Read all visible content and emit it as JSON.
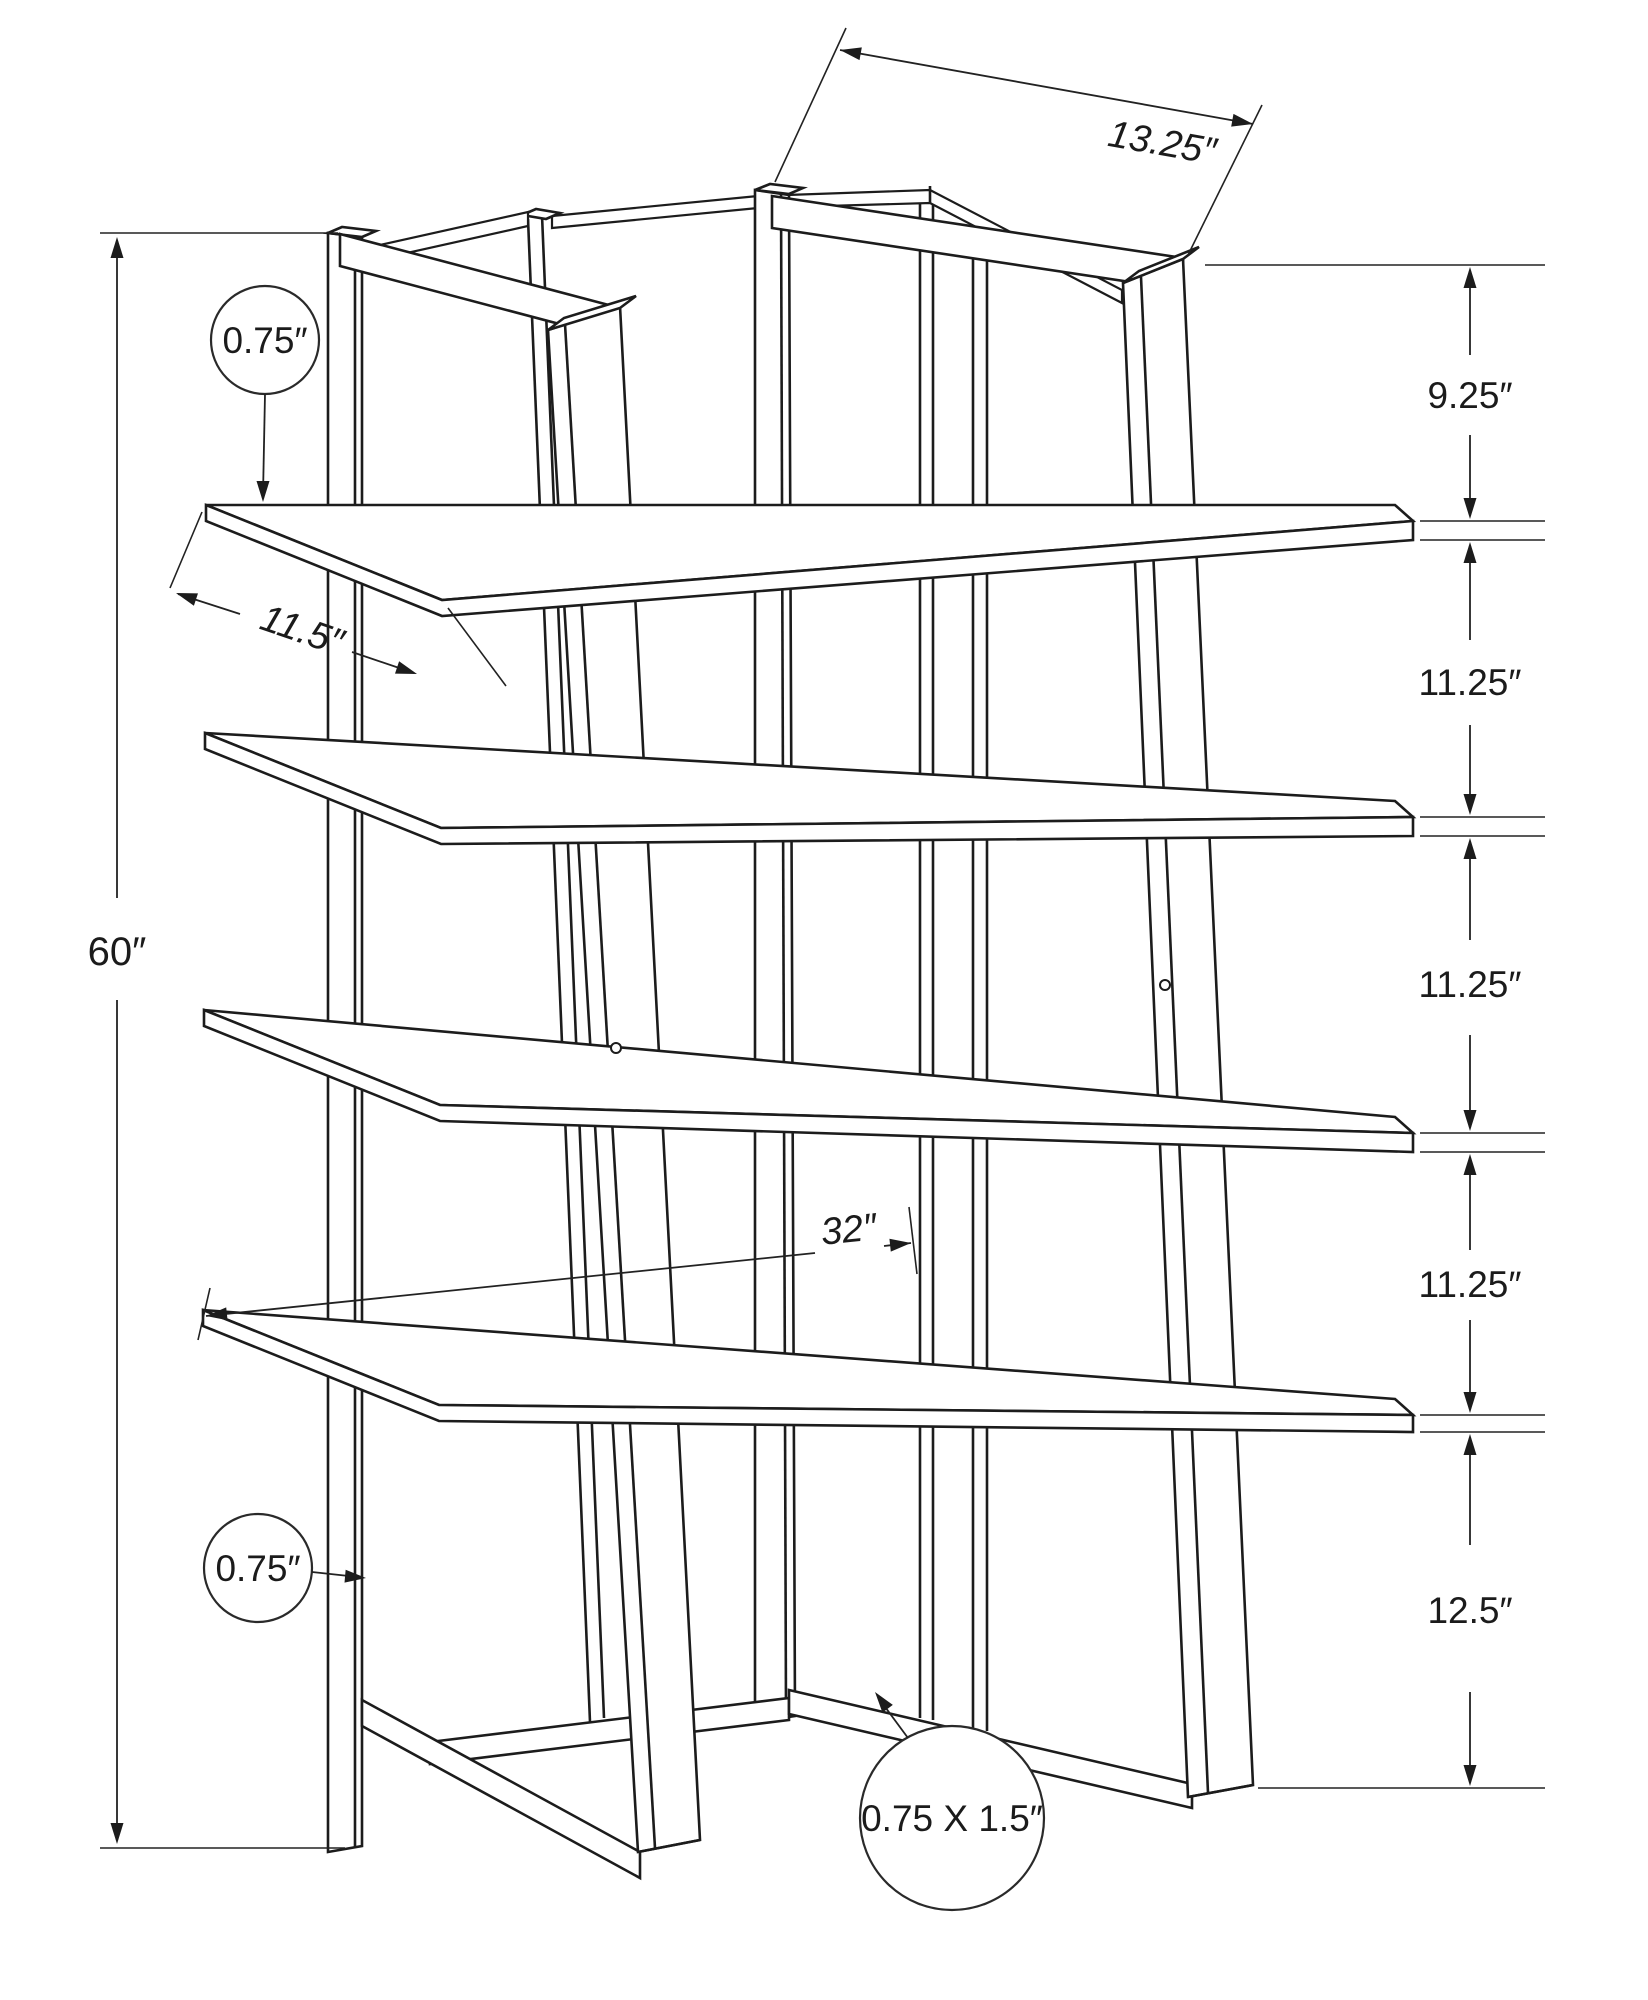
{
  "page": {
    "background": "#ffffff",
    "ink_color": "#1c1c1c",
    "type": "technical line drawing"
  },
  "diagram": {
    "subject": "4-shelf open etagere bookcase frame with dimension callouts",
    "units": "inches",
    "labels": {
      "frame_depth_top": "13.25″",
      "overall_height": "60″",
      "shelf_thickness_top": "0.75″",
      "shelf_depth": "11.5″",
      "shelf_width": "32″",
      "post_thickness_bottom": "0.75″",
      "base_rail_section": "0.75 X 1.5″"
    },
    "chain": [
      "9.25″",
      "11.25″",
      "11.25″",
      "11.25″",
      "12.5″"
    ],
    "shelf_count": 4,
    "dimensions_summary": {
      "height_in": 60,
      "depth_top_in": 13.25,
      "shelf_width_in": 32,
      "shelf_depth_in": 11.5,
      "shelf_thickness_in": 0.75,
      "top_gap_in": 9.25,
      "shelf_gaps_in": [
        11.25,
        11.25,
        11.25
      ],
      "bottom_gap_in": 12.5,
      "base_rail_in": "0.75 X 1.5"
    }
  }
}
